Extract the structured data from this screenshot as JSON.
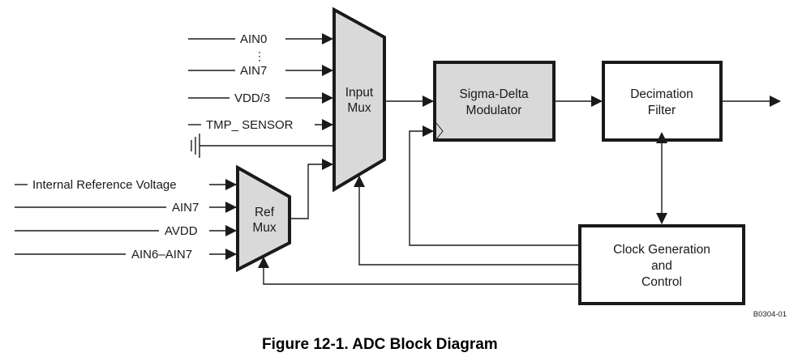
{
  "diagram": {
    "caption": "Figure 12-1. ADC Block Diagram",
    "drawing_code": "B0304-01",
    "colors": {
      "shaded_fill": "#d9d9d9",
      "plain_fill": "#ffffff",
      "stroke": "#1a1a1a"
    },
    "input_mux": {
      "label_line1": "Input",
      "label_line2": "Mux",
      "inputs": [
        {
          "label": "AIN0"
        },
        {
          "label": "AIN7"
        },
        {
          "label": "VDD/3"
        },
        {
          "label": "TMP_ SENSOR"
        },
        {
          "label": "GND"
        },
        {
          "label": "Ref Mux output"
        }
      ],
      "ellipsis": "⋮"
    },
    "ref_mux": {
      "label_line1": "Ref",
      "label_line2": "Mux",
      "inputs": [
        {
          "label": "Internal Reference Voltage"
        },
        {
          "label": "AIN7"
        },
        {
          "label": "AVDD"
        },
        {
          "label": "AIN6–AIN7"
        }
      ]
    },
    "sigma_delta": {
      "label_line1": "Sigma-Delta",
      "label_line2": "Modulator"
    },
    "decimation": {
      "label_line1": "Decimation",
      "label_line2": "Filter"
    },
    "clock": {
      "label_line1": "Clock Generation",
      "label_line2": "and",
      "label_line3": "Control"
    }
  }
}
